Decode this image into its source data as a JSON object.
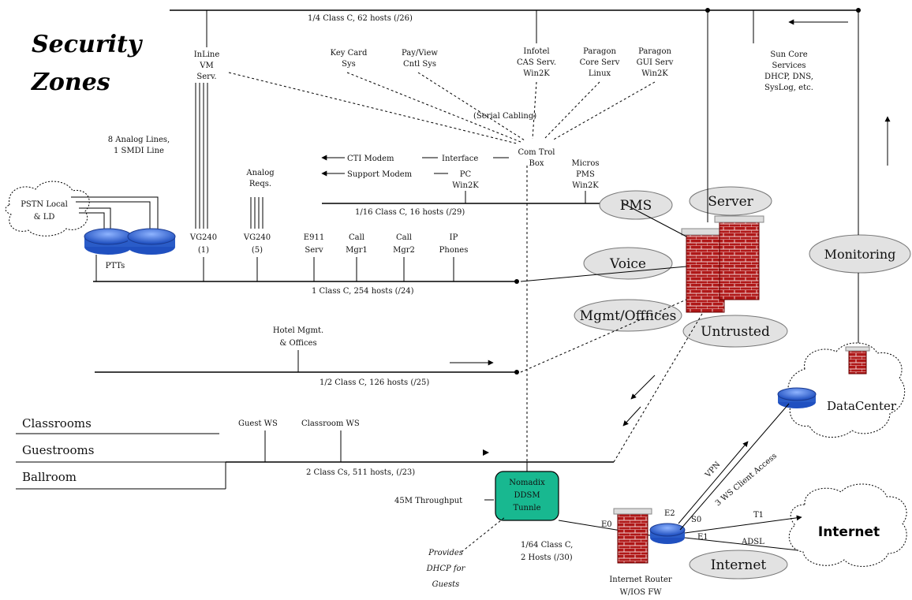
{
  "title": {
    "line1": "Security",
    "line2": "Zones"
  },
  "zones": {
    "pms": "PMS",
    "server": "Server",
    "voice": "Voice",
    "mgmt": "Mgmt/Offfices",
    "untrusted": "Untrusted",
    "monitoring": "Monitoring",
    "internet": "Internet"
  },
  "networks": {
    "top": "1/4 Class C, 62 hosts (/26)",
    "pms": "1/16 Class C, 16 hosts (/29)",
    "voice": "1 Class C, 254 hosts (/24)",
    "mgmt": "1/2 Class C, 126 hosts (/25)",
    "guest": "2 Class Cs, 511 hosts, (/23)",
    "dmz_line1": "1/64 Class C,",
    "dmz_line2": "2 Hosts (/30)"
  },
  "servers": {
    "inline_vm": [
      "InLine",
      "VM",
      "Serv."
    ],
    "key_card": [
      "Key Card",
      "Sys"
    ],
    "pay_view": [
      "Pay/View",
      "Cntl Sys"
    ],
    "infotel": [
      "Infotel",
      "CAS Serv.",
      "Win2K"
    ],
    "pc_core": [
      "Paragon",
      "Core Serv",
      "Linux"
    ],
    "pc_gui": [
      "Paragon",
      "GUI Serv",
      "Win2K"
    ],
    "core_services": [
      "Sun Core",
      "Services",
      "DHCP, DNS,",
      "SysLog, etc."
    ],
    "serial_cabling": "(Serial Cabling)",
    "analog_lines": [
      "8 Analog Lines,",
      "1 SMDI Line"
    ],
    "analog_reqs": [
      "Analog",
      "Reqs."
    ],
    "cti_modem": "CTI Modem",
    "interface": "Interface",
    "comtrol_box": [
      "Com Trol",
      "Box"
    ],
    "support_modem": "Support Modem",
    "pc_win2k": [
      "PC",
      "Win2K"
    ],
    "micros_pms": [
      "Micros",
      "PMS",
      "Win2K"
    ],
    "pstn": [
      "PSTN Local",
      "& LD"
    ],
    "ptts": "PTTs",
    "vg240_1": [
      "VG240",
      "(1)"
    ],
    "vg240_5": [
      "VG240",
      "(5)"
    ],
    "e911": [
      "E911",
      "Serv"
    ],
    "call_mgr1": [
      "Call",
      "Mgr1"
    ],
    "call_mgr2": [
      "Call",
      "Mgr2"
    ],
    "ip_phones": [
      "IP",
      "Phones"
    ],
    "hotel_mgmt": [
      "Hotel Mgmt.",
      "& Offices"
    ],
    "guest_ws": "Guest WS",
    "classroom_ws": "Classroom WS",
    "nomadix": [
      "Nomadix",
      "DDSM",
      "Tunnle"
    ],
    "throughput": "45M Throughput",
    "dhcp_note": [
      "Provides",
      "DHCP for",
      "Guests"
    ],
    "internet_router": [
      "Internet Router",
      "W/IOS FW"
    ],
    "data_center": "DataCenter",
    "internet_cloud": "Internet",
    "vpn": "VPN",
    "remote_access": "3 WS Client Access",
    "t1": "T1",
    "adsl": "ADSL",
    "e0": "E0",
    "e1": "E1",
    "e2": "E2",
    "s0": "S0"
  },
  "areas": {
    "classrooms": "Classrooms",
    "guestrooms": "Guestrooms",
    "ballroom": "Ballroom"
  },
  "colors": {
    "router": "#3a6fd8",
    "firewall": "#b01818",
    "nomadix": "#18b890",
    "zone_fill": "#e2e2e2"
  },
  "icons": {
    "router": "router-icon",
    "firewall": "brick-firewall-icon",
    "cloud": "cloud-icon"
  }
}
